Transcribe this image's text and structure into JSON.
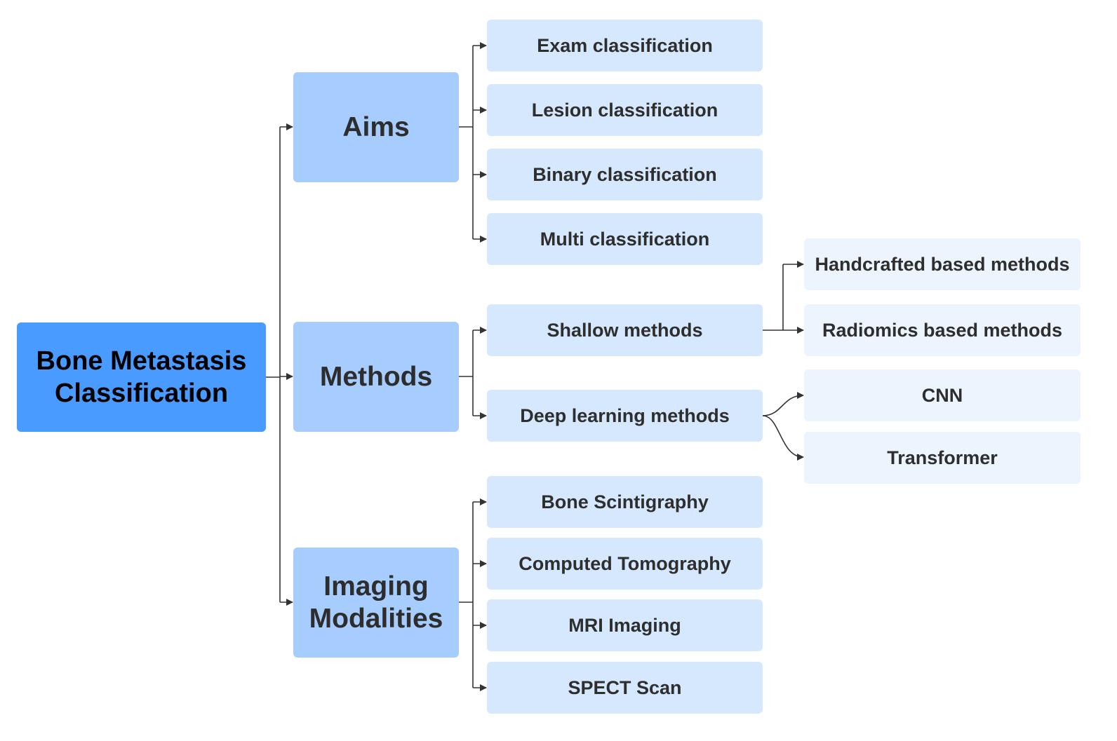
{
  "colors": {
    "root": "#4a9bff",
    "level1": "#a6cdfd",
    "level2": "#d6e8fe",
    "level3": "#ecf4fe",
    "connector": "#333333"
  },
  "root": {
    "label": "Bone Metastasis\nClassification"
  },
  "aims": {
    "label": "Aims",
    "items": [
      "Exam classification",
      "Lesion classification",
      "Binary classification",
      "Multi classification"
    ]
  },
  "methods": {
    "label": "Methods",
    "shallow": {
      "label": "Shallow methods",
      "items": [
        "Handcrafted based methods",
        "Radiomics based methods"
      ]
    },
    "deep": {
      "label": "Deep learning methods",
      "items": [
        "CNN",
        "Transformer"
      ]
    }
  },
  "modalities": {
    "label": "Imaging\nModalities",
    "items": [
      "Bone Scintigraphy",
      "Computed Tomography",
      "MRI Imaging",
      "SPECT Scan"
    ]
  }
}
